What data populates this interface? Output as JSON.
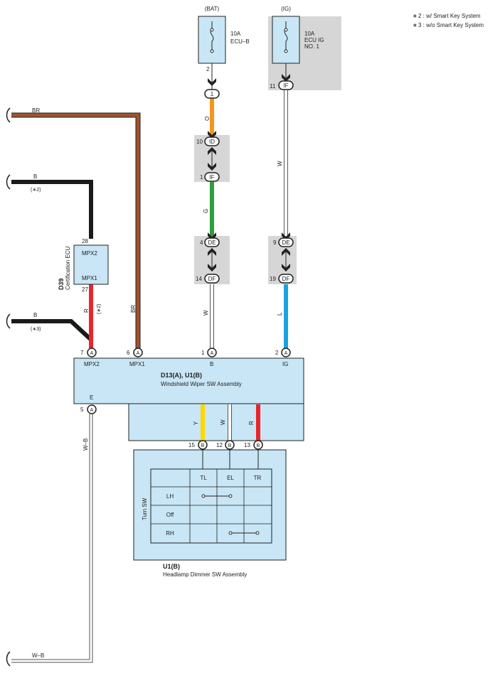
{
  "notes": [
    {
      "mark": "∗",
      "text": "2 : w/ Smart Key System"
    },
    {
      "mark": "∗",
      "text": "3 : w/o Smart Key System"
    }
  ],
  "colors": {
    "module_fill": "#c8e6f5",
    "gray_block": "#d6d6d6",
    "wire_brown": "#a0522d",
    "wire_black": "#1a1a1a",
    "wire_red": "#e8262a",
    "wire_orange": "#f7941d",
    "wire_green": "#2e9e3e",
    "wire_blue": "#1aa3e0",
    "wire_yellow": "#ffd800",
    "wire_white": "#ffffff"
  },
  "fuses": {
    "bat": {
      "source": "(BAT)",
      "amp": "10A",
      "name1": "ECU–B",
      "name2": "",
      "pin": "2"
    },
    "ig": {
      "source": "(IG)",
      "amp": "10A",
      "name1": "ECU IG",
      "name2": "NO. 1",
      "pin": "11",
      "connector": "IF"
    }
  },
  "junctions": {
    "c1": {
      "pin": "1",
      "code": "1"
    },
    "c10": {
      "pin": "10",
      "code": "ID"
    },
    "c1if": {
      "pin": "1",
      "code": "IF"
    },
    "c4": {
      "pin": "4",
      "code": "DE"
    },
    "c14": {
      "pin": "14",
      "code": "DF"
    },
    "c9": {
      "pin": "9",
      "code": "DE"
    },
    "c19": {
      "pin": "19",
      "code": "DF"
    }
  },
  "wire_labels": {
    "br_top": "BR",
    "b1": "B",
    "b1_note": "(∗2)",
    "b2": "B",
    "b2_note": "(∗3)",
    "red_r": "R",
    "red_note": "(∗2)",
    "br_vert": "BR",
    "orange": "O",
    "green": "G",
    "white_b": "W",
    "white_ig": "W",
    "blue": "L",
    "wb_vert": "W–B",
    "wb_bottom": "W–B",
    "yellow": "Y",
    "white_mid": "W",
    "red_mid": "R"
  },
  "cert_ecu": {
    "code": "D39",
    "name": "Certification ECU",
    "pin_top": "28",
    "label_top": "MPX2",
    "label_bottom": "MPX1",
    "pin_bottom": "27"
  },
  "wiper": {
    "code": "D13(A), U1(B)",
    "name": "Windshield Wiper SW Assembly",
    "pins": [
      {
        "num": "7",
        "conn": "A",
        "label": "MPX2"
      },
      {
        "num": "6",
        "conn": "A",
        "label": "MPX1"
      },
      {
        "num": "1",
        "conn": "A",
        "label": "B"
      },
      {
        "num": "2",
        "conn": "A",
        "label": "IG"
      }
    ],
    "ground": {
      "label": "E",
      "num": "5",
      "conn": "A"
    }
  },
  "headlamp": {
    "code": "U1(B)",
    "name": "Headlamp Dimmer SW Assembly",
    "pins": [
      {
        "num": "15",
        "conn": "B"
      },
      {
        "num": "12",
        "conn": "B"
      },
      {
        "num": "13",
        "conn": "B"
      }
    ],
    "switch_label": "Turn SW",
    "columns": [
      "TL",
      "EL",
      "TR"
    ],
    "rows": [
      "LH",
      "Off",
      "RH"
    ]
  }
}
